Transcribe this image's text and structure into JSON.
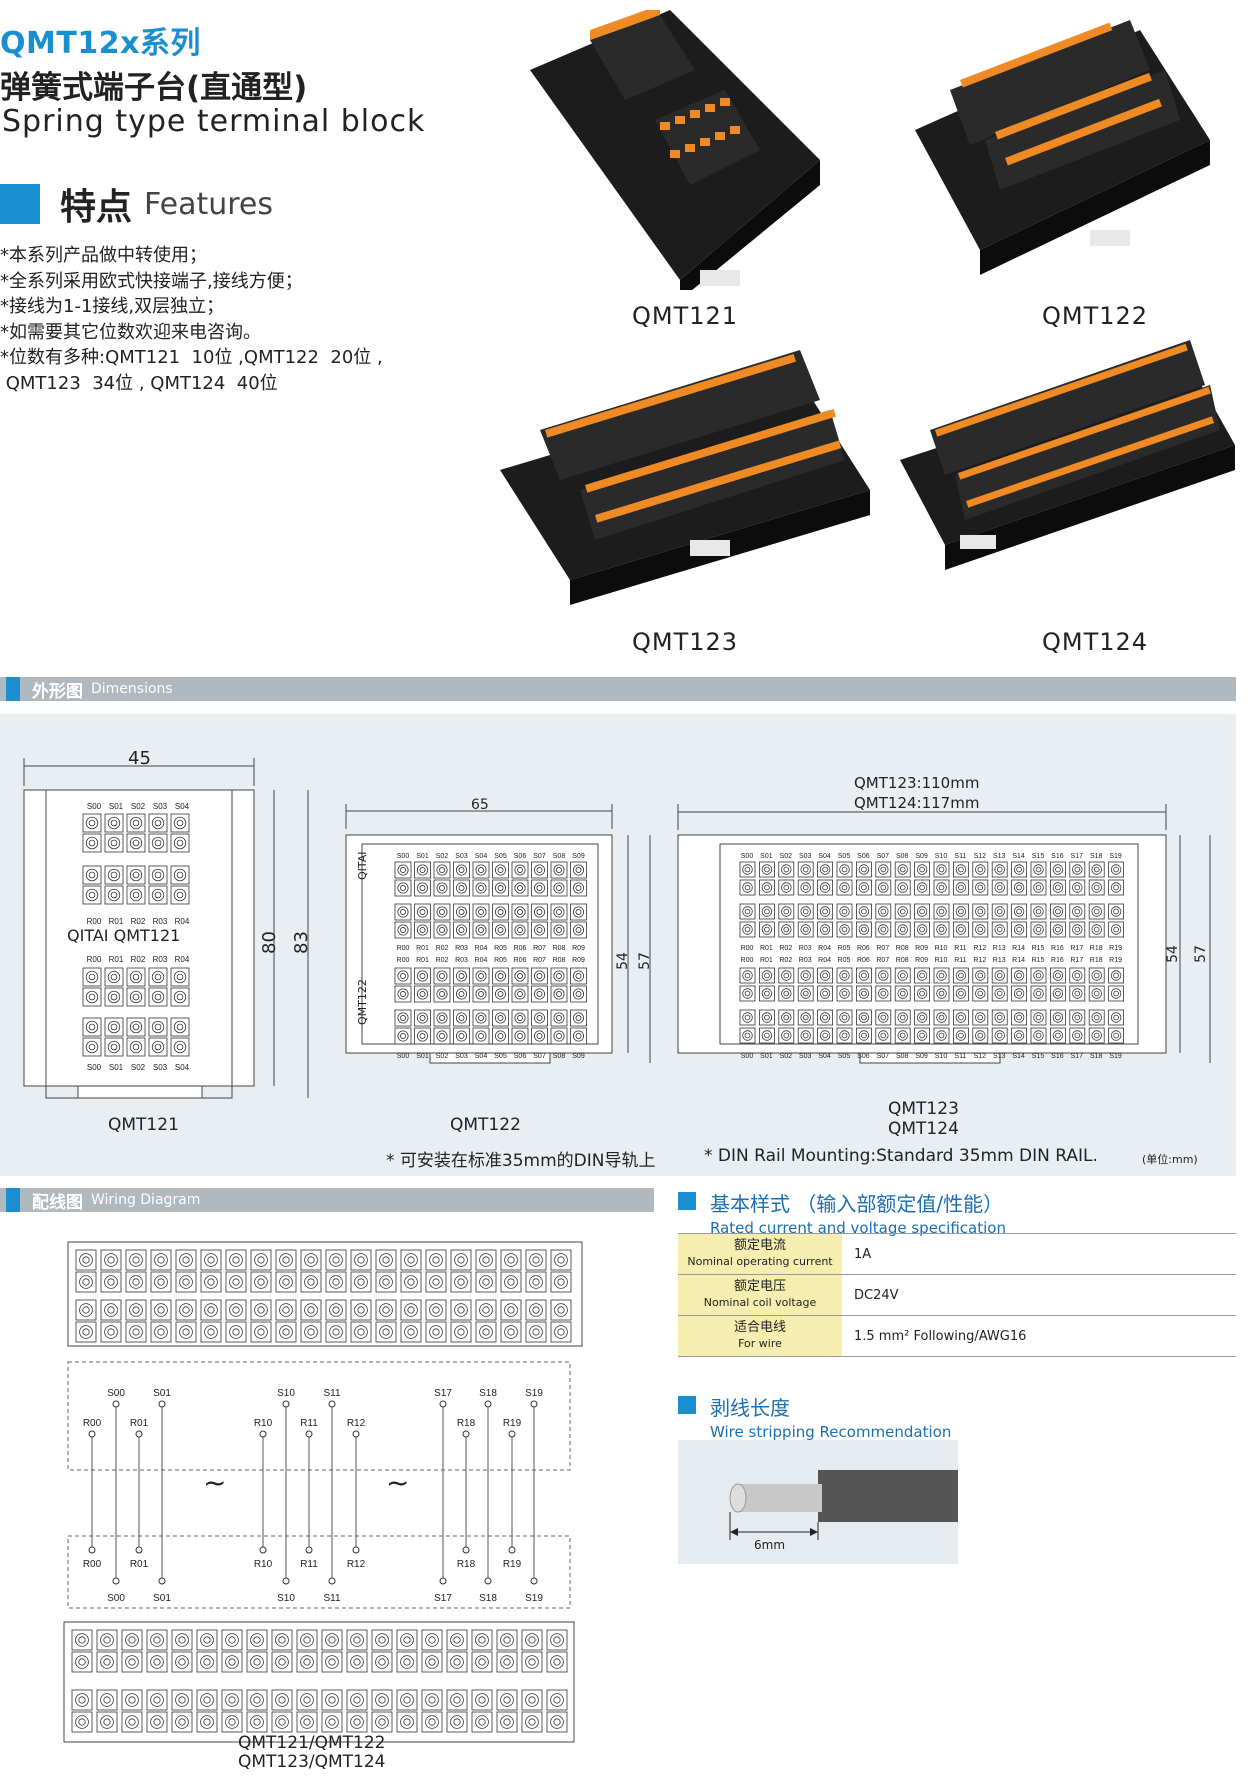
{
  "header": {
    "series": "QMT12x系列",
    "title_cn": "弹簧式端子台(直通型)",
    "title_en": "Spring type terminal block"
  },
  "features": {
    "heading_cn": "特点",
    "heading_en": "Features",
    "items": [
      "*本系列产品做中转使用；",
      "*全系列采用欧式快接端子,接线方便；",
      "*接线为1-1接线,双层独立；",
      "*如需要其它位数欢迎来电咨询。",
      "*位数有多种:QMT121  10位 ,QMT122  20位 ,",
      " QMT123  34位 , QMT124  40位"
    ]
  },
  "products": [
    "QMT121",
    "QMT122",
    "QMT123",
    "QMT124"
  ],
  "dimensions": {
    "heading_cn": "外形图",
    "heading_en": "Dimensions",
    "qmt121": {
      "width": "45",
      "h1": "80",
      "h2": "83",
      "brand": "QITAI QMT121",
      "label": "QMT121",
      "top_labels": [
        "S00",
        "S01",
        "S02",
        "S03",
        "S04"
      ],
      "mid_labels": [
        "R00",
        "R01",
        "R02",
        "R03",
        "R04"
      ]
    },
    "qmt122": {
      "width": "65",
      "h1": "54",
      "h2": "57",
      "brand_top": "QITAI",
      "brand_bottom": "QMT122",
      "label": "QMT122",
      "top_labels": [
        "S00",
        "S01",
        "S02",
        "S03",
        "S04",
        "S05",
        "S06",
        "S07",
        "S08",
        "S09"
      ],
      "mid_labels": [
        "R00",
        "R01",
        "R02",
        "R03",
        "R04",
        "R05",
        "R06",
        "R07",
        "R08",
        "R09"
      ]
    },
    "qmt123": {
      "width1": "QMT123:110mm",
      "width2": "QMT124:117mm",
      "h1": "54",
      "h2": "57",
      "label1": "QMT123",
      "label2": "QMT124",
      "top_labels": [
        "S00",
        "S01",
        "S02",
        "S03",
        "S04",
        "S05",
        "S06",
        "S07",
        "S08",
        "S09",
        "S10",
        "S11",
        "S12",
        "S13",
        "S14",
        "S15",
        "S16",
        "S17",
        "S18",
        "S19"
      ],
      "mid_labels": [
        "R00",
        "R01",
        "R02",
        "R03",
        "R04",
        "R05",
        "R06",
        "R07",
        "R08",
        "R09",
        "R10",
        "R11",
        "R12",
        "R13",
        "R14",
        "R15",
        "R16",
        "R17",
        "R18",
        "R19"
      ]
    },
    "note_cn": "* 可安装在标准35mm的DIN导轨上",
    "note_en": "* DIN Rail Mounting:Standard 35mm DIN RAIL.",
    "unit": "(单位:mm)"
  },
  "wiring": {
    "heading_cn": "配线图",
    "heading_en": "Wiring Diagram",
    "s_top": [
      "S00",
      "S01",
      "S10",
      "S11",
      "S17",
      "S18",
      "S19"
    ],
    "r_top": [
      "R00",
      "R01",
      "R10",
      "R11",
      "R12",
      "R18",
      "R19"
    ],
    "tilde": "~",
    "footer1": "QMT121/QMT122",
    "footer2": "QMT123/QMT124"
  },
  "spec": {
    "heading_cn": "基本样式 （输入部额定值/性能）",
    "heading_en": "Rated current and voltage specification",
    "rows": [
      {
        "k_cn": "额定电流",
        "k_en": "Nominal operating current",
        "v": "1A"
      },
      {
        "k_cn": "额定电压",
        "k_en": "Nominal coil voltage",
        "v": "DC24V"
      },
      {
        "k_cn": "适合电线",
        "k_en": "For wire",
        "v": "1.5 mm² Following/AWG16"
      }
    ]
  },
  "strip": {
    "heading_cn": "剥线长度",
    "heading_en": "Wire stripping Recommendation",
    "length": "6mm"
  },
  "colors": {
    "accent": "#1a8fd0",
    "bar": "#b0b8c0",
    "panel": "#e9eef2",
    "orange": "#f08a24",
    "table_key": "#f6eeb0"
  }
}
